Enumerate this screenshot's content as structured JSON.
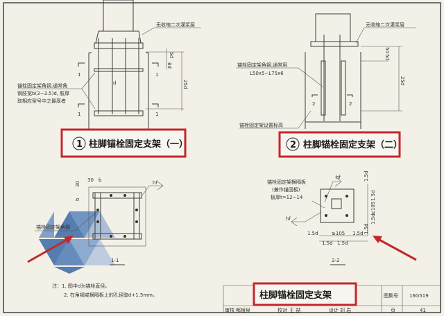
{
  "drawing1": {
    "grout_label": "无收缩二次灌浆层",
    "angle_label_1": "锚栓固定架角钢,通常角",
    "angle_label_2": "钢肢宽b(3~3.5)d, 肢厚",
    "angle_label_3": "取相应型号中之最厚者",
    "dim_5d": "5d",
    "dim_8d": "8d",
    "dim_25d": "25d",
    "dim_d": "d",
    "section_mark": "1",
    "caption_number": "1",
    "caption": "柱脚锚栓固定支架（一）"
  },
  "drawing2": {
    "grout_label": "无收缩二次灌浆层",
    "angle_label_1": "锚栓固定架角钢,通常用",
    "angle_label_2": "L50x5~L75x6",
    "height_label": "锚栓固定架设置标高",
    "dim_50": "50",
    "dim_5d": "5d",
    "dim_25d": "25d",
    "section_mark": "2",
    "caption_number": "2",
    "caption": "柱脚锚栓固定支架（二）"
  },
  "section1": {
    "title": "1-1",
    "dim_30_top": "30",
    "dim_b_top": "b",
    "dim_30_side": "30",
    "dim_b_side": "b",
    "weld": "hf",
    "label": "锚栓固定架角钢"
  },
  "section2": {
    "title": "2-2",
    "label_1": "锚栓固定架横隔板",
    "label_2": "(兼作锚固板)",
    "label_3": "板厚t=12~14",
    "weld": "hf",
    "dims_bottom": [
      "1.5d",
      "≥105",
      "1.5d"
    ],
    "dims_bottom_2": [
      "1.5d",
      "1.5d"
    ],
    "dims_side": [
      "1.5d",
      "1.5d",
      "≥105",
      "1.5d",
      "1.5d"
    ]
  },
  "notes": {
    "line1": "注：1. 图中d为锚栓直径。",
    "line2": "2. 在角钢或横隔板上的孔径取d+1.5mm。"
  },
  "title_block": {
    "title": "柱脚锚栓固定支架",
    "atlas_label": "图集号",
    "atlas_number": "16G519",
    "review_label": "审核",
    "reviewer": "郁银泉",
    "check_label": "校对",
    "checker": "王 喆",
    "design_label": "设计",
    "designer": "刘 岩",
    "page_label": "页",
    "page_number": "41"
  },
  "colors": {
    "highlight": "#c4262b",
    "watermark": "#3b6aa6",
    "paper": "#f3f0e7"
  }
}
